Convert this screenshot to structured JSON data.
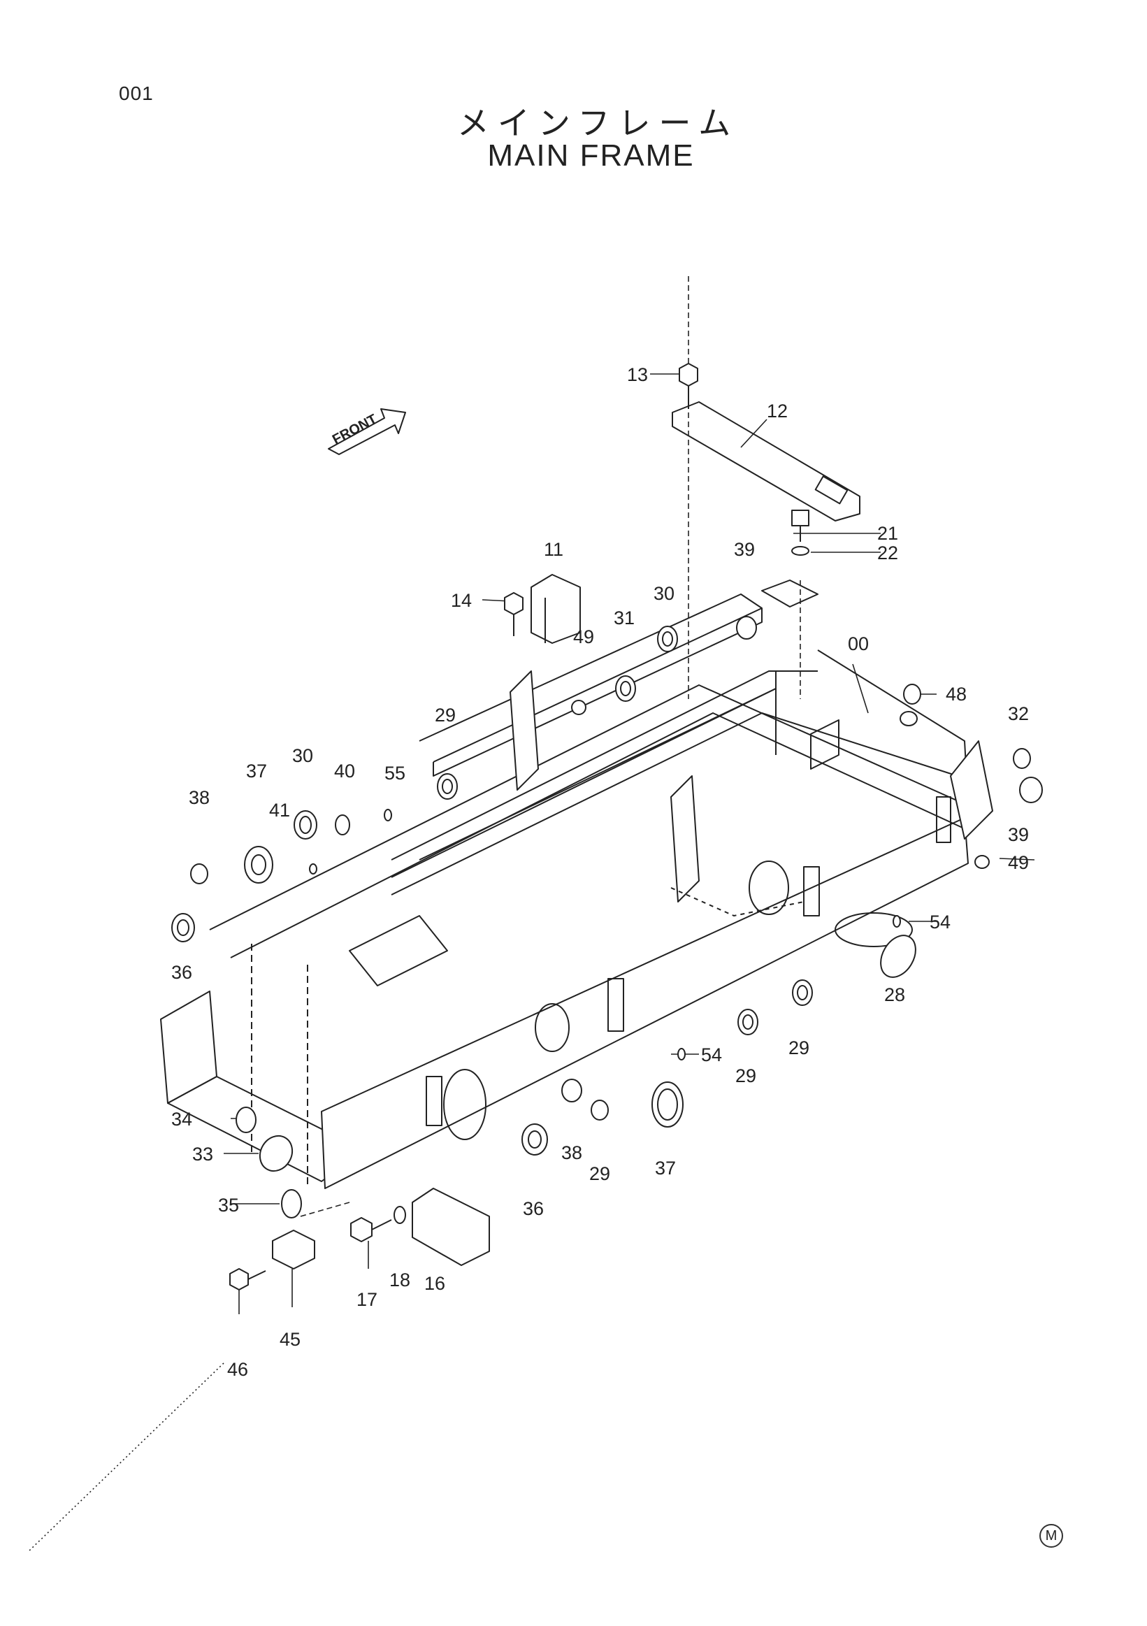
{
  "page_number": "001",
  "title_jp": "メインフレーム",
  "title_en": "MAIN FRAME",
  "front_label": "FRONT",
  "corner_mark": "M",
  "callouts": [
    {
      "n": "13"
    },
    {
      "n": "12"
    },
    {
      "n": "21"
    },
    {
      "n": "22"
    },
    {
      "n": "11"
    },
    {
      "n": "39"
    },
    {
      "n": "14"
    },
    {
      "n": "30"
    },
    {
      "n": "31"
    },
    {
      "n": "49"
    },
    {
      "n": "00"
    },
    {
      "n": "48"
    },
    {
      "n": "32"
    },
    {
      "n": "29"
    },
    {
      "n": "37"
    },
    {
      "n": "30"
    },
    {
      "n": "40"
    },
    {
      "n": "55"
    },
    {
      "n": "38"
    },
    {
      "n": "41"
    },
    {
      "n": "39"
    },
    {
      "n": "49"
    },
    {
      "n": "54"
    },
    {
      "n": "36"
    },
    {
      "n": "28"
    },
    {
      "n": "29"
    },
    {
      "n": "54"
    },
    {
      "n": "29"
    },
    {
      "n": "34"
    },
    {
      "n": "38"
    },
    {
      "n": "29"
    },
    {
      "n": "37"
    },
    {
      "n": "33"
    },
    {
      "n": "36"
    },
    {
      "n": "35"
    },
    {
      "n": "17"
    },
    {
      "n": "18"
    },
    {
      "n": "16"
    },
    {
      "n": "45"
    },
    {
      "n": "46"
    }
  ]
}
